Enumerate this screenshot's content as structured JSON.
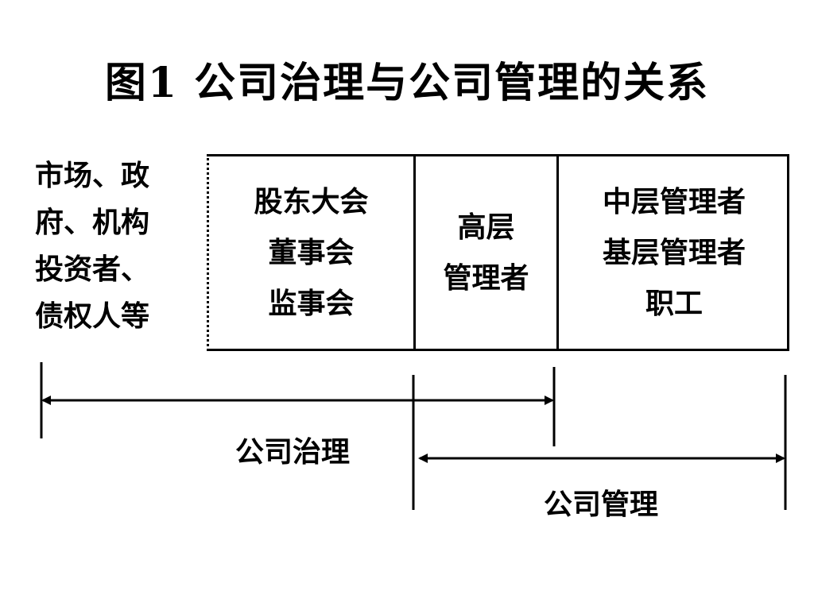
{
  "title": "图1  公司治理与公司管理的关系",
  "stakeholders": {
    "lines": [
      "市场、政",
      "府、机构",
      "投资者、",
      "债权人等"
    ]
  },
  "boxes": {
    "governance_bodies": {
      "lines": [
        "股东大会",
        "董事会",
        "监事会"
      ]
    },
    "senior_management": {
      "lines": [
        "高层",
        "管理者"
      ]
    },
    "staff": {
      "lines": [
        "中层管理者",
        "基层管理者",
        "职工"
      ]
    }
  },
  "spans": {
    "governance": {
      "label": "公司治理"
    },
    "management": {
      "label": "公司管理"
    }
  },
  "colors": {
    "line": "#000000",
    "background": "#ffffff",
    "text": "#000000"
  }
}
